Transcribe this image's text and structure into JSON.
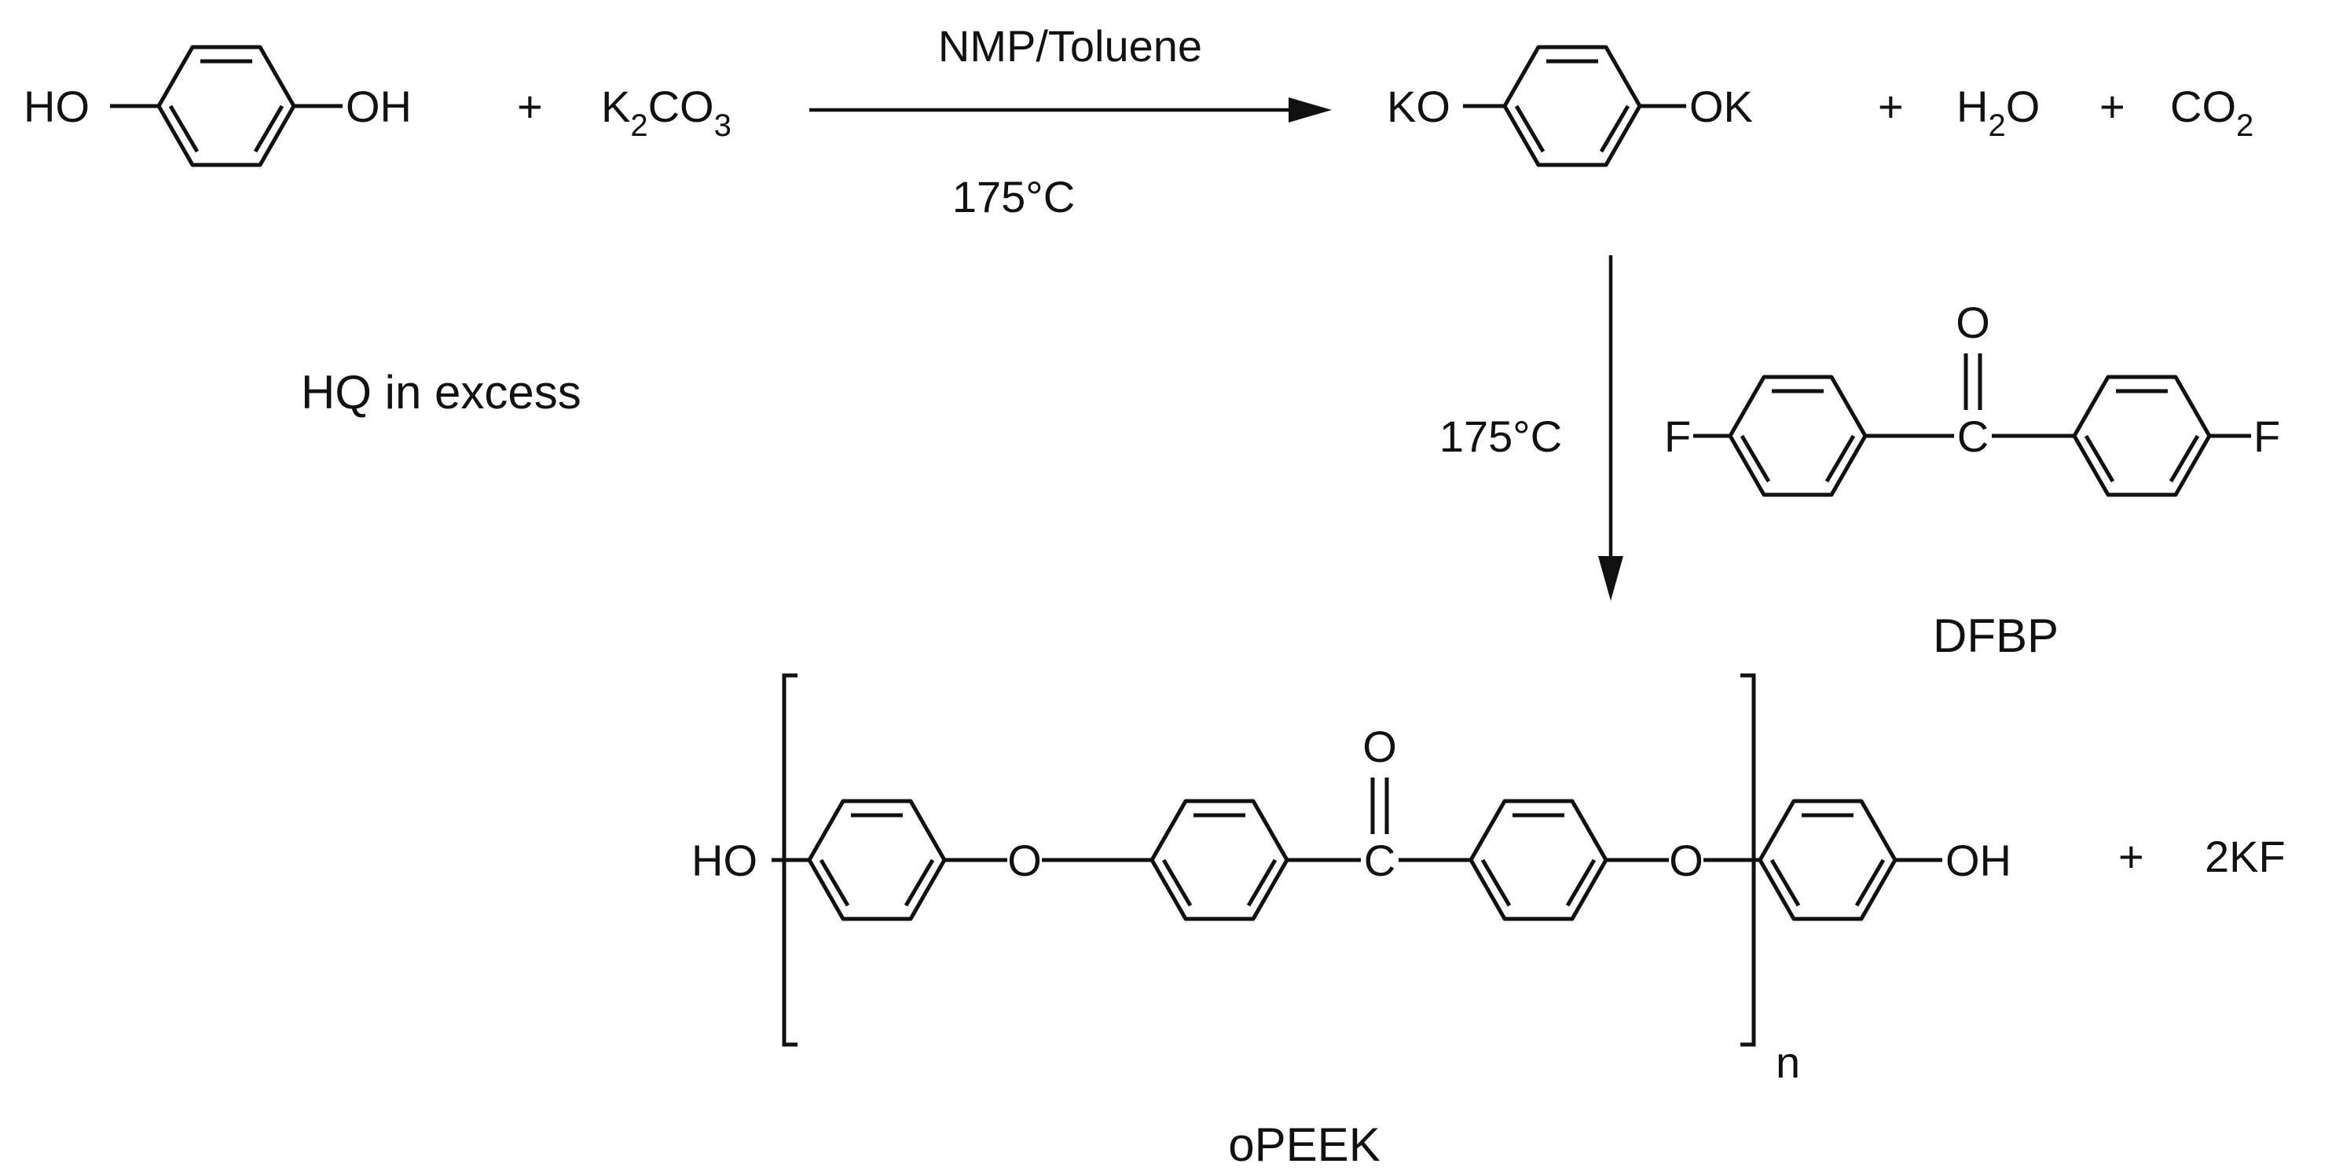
{
  "step1": {
    "hq_left": "HO",
    "hq_right": "OH",
    "plus1": "+",
    "base_k": "K",
    "base_2": "2",
    "base_co": "CO",
    "base_3": "3",
    "conditions_top": "NMP/Toluene",
    "conditions_bottom": "175°C"
  },
  "intermediate": {
    "left": "KO",
    "right": "OK",
    "plus2": "+",
    "water_h": "H",
    "water_2": "2",
    "water_o": "O",
    "plus3": "+",
    "co2_co": "CO",
    "co2_2": "2"
  },
  "note": "HQ in excess",
  "step2": {
    "temperature": "175°C"
  },
  "dfbp": {
    "f_left": "F",
    "carbonyl_o": "O",
    "carbonyl_c": "C",
    "f_right": "F",
    "name": "DFBP"
  },
  "product": {
    "end_left": "HO",
    "ether_o1": "O",
    "carbonyl_o": "O",
    "carbonyl_c": "C",
    "ether_o2": "O",
    "repeat_n": "n",
    "end_right": "OH",
    "plus4": "+",
    "byproduct": "2KF",
    "name": "oPEEK"
  }
}
